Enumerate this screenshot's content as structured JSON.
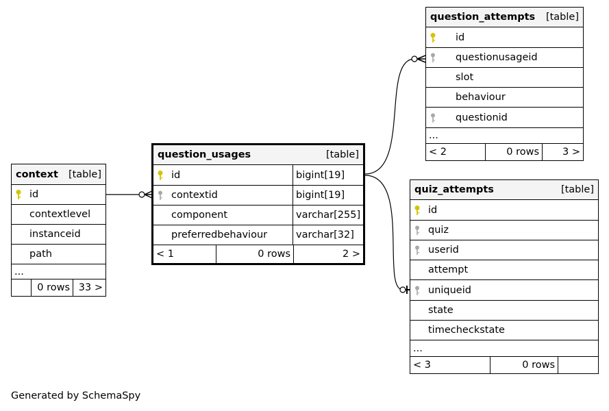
{
  "tables": {
    "context": {
      "name": "context",
      "kind": "[table]",
      "columns": [
        {
          "name": "id",
          "key": "primary"
        },
        {
          "name": "contextlevel",
          "key": ""
        },
        {
          "name": "instanceid",
          "key": ""
        },
        {
          "name": "path",
          "key": ""
        }
      ],
      "ellipsis": "...",
      "footer": {
        "left": "",
        "rows": "0 rows",
        "right": "33 >"
      }
    },
    "question_usages": {
      "name": "question_usages",
      "kind": "[table]",
      "columns": [
        {
          "name": "id",
          "type": "bigint[19]",
          "key": "primary"
        },
        {
          "name": "contextid",
          "type": "bigint[19]",
          "key": "foreign"
        },
        {
          "name": "component",
          "type": "varchar[255]",
          "key": ""
        },
        {
          "name": "preferredbehaviour",
          "type": "varchar[32]",
          "key": ""
        }
      ],
      "footer": {
        "left": "< 1",
        "rows": "0 rows",
        "right": "2 >"
      }
    },
    "question_attempts": {
      "name": "question_attempts",
      "kind": "[table]",
      "columns": [
        {
          "name": "id",
          "key": "primary"
        },
        {
          "name": "questionusageid",
          "key": "foreign"
        },
        {
          "name": "slot",
          "key": ""
        },
        {
          "name": "behaviour",
          "key": ""
        },
        {
          "name": "questionid",
          "key": "foreign"
        }
      ],
      "ellipsis": "...",
      "footer": {
        "left": "< 2",
        "rows": "0 rows",
        "right": "3 >"
      }
    },
    "quiz_attempts": {
      "name": "quiz_attempts",
      "kind": "[table]",
      "columns": [
        {
          "name": "id",
          "key": "primary"
        },
        {
          "name": "quiz",
          "key": "foreign"
        },
        {
          "name": "userid",
          "key": "foreign"
        },
        {
          "name": "attempt",
          "key": ""
        },
        {
          "name": "uniqueid",
          "key": "foreign"
        },
        {
          "name": "state",
          "key": ""
        },
        {
          "name": "timecheckstate",
          "key": ""
        }
      ],
      "ellipsis": "...",
      "footer": {
        "left": "< 3",
        "rows": "0 rows",
        "right": ""
      }
    }
  },
  "colors": {
    "primary_key": "#d4c400",
    "foreign_key": "#a8a8a8",
    "header_bg": "#f4f4f4"
  },
  "generated_by": "Generated by SchemaSpy"
}
